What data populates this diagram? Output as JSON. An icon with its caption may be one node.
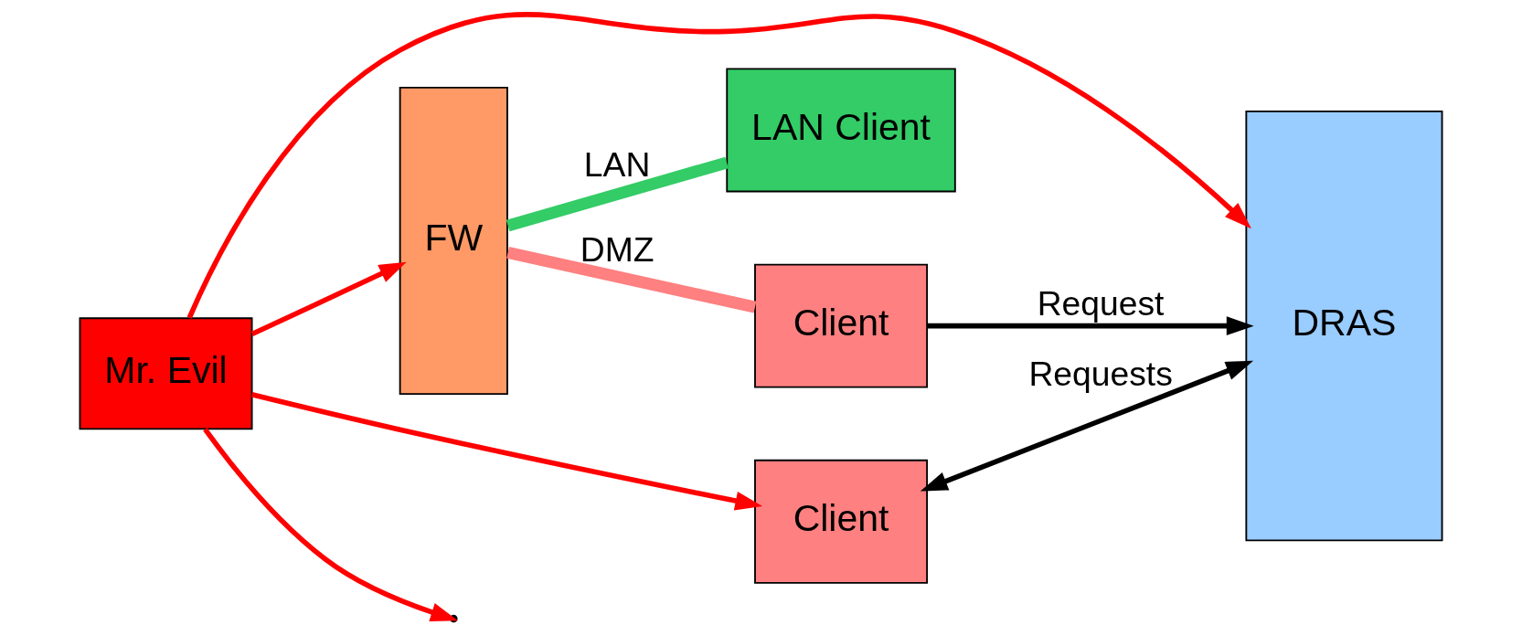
{
  "diagram": {
    "nodes": [
      {
        "text": [
          "DRAS"
        ]
      },
      {
        "text": [
          "Mr. Evil"
        ]
      },
      {
        "text": [
          "FW"
        ]
      },
      {
        "text": [
          "LAN Client"
        ]
      },
      {
        "text": [
          "Client"
        ]
      },
      {
        "text": [
          "Client"
        ]
      }
    ],
    "edges": [
      {
        "from": 2,
        "to": 3,
        "arrow": "none",
        "label": "LAN",
        "style": "thick",
        "color": "#33cc66"
      },
      {
        "from": 2,
        "to": 4,
        "arrow": "none",
        "label": "DMZ",
        "style": "thick",
        "color": "#ff8080"
      },
      {
        "from": 4,
        "to": 0,
        "arrow": "to",
        "label": "Request",
        "color": "#000000"
      },
      {
        "from": 5,
        "to": 0,
        "arrow": "both",
        "label": "Requests",
        "color": "#000000"
      },
      {
        "from": 1,
        "to": 0,
        "arrow": "to",
        "color": "#ff0000"
      },
      {
        "from": 1,
        "to": null,
        "arrow": "to",
        "color": "#ff0000"
      },
      {
        "from": 1,
        "to": 2,
        "arrow": "to",
        "color": "#ff0000"
      },
      {
        "from": 1,
        "to": 5,
        "arrow": "to",
        "color": "#ff0000"
      }
    ]
  }
}
